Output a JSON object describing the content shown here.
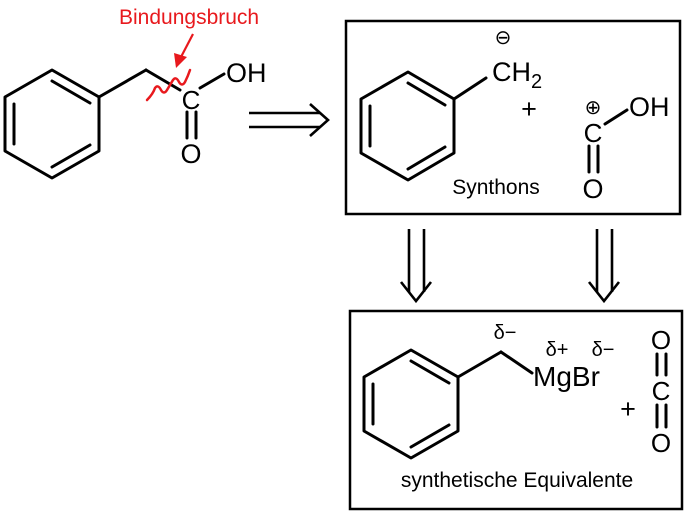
{
  "annotation": {
    "bond_break_label": "Bindungsbruch",
    "color": "#e8191d"
  },
  "target_molecule": {
    "oh_label": "OH",
    "c_label": "C",
    "o_label": "O"
  },
  "synthons_box": {
    "caption": "Synthons",
    "anion": {
      "charge": "⊖",
      "label": "CH",
      "subscript": "2"
    },
    "plus": "+",
    "cation": {
      "charge": "⊕",
      "c_label": "C",
      "oh_label": "OH",
      "o_label": "O"
    }
  },
  "equivalents_box": {
    "caption": "synthetische Equivalente",
    "delta_minus_c": "δ−",
    "delta_plus": "δ+",
    "delta_minus_br": "δ−",
    "reagent": "MgBr",
    "plus": "+",
    "co2_top": "O",
    "co2_mid": "C",
    "co2_bottom": "O"
  }
}
